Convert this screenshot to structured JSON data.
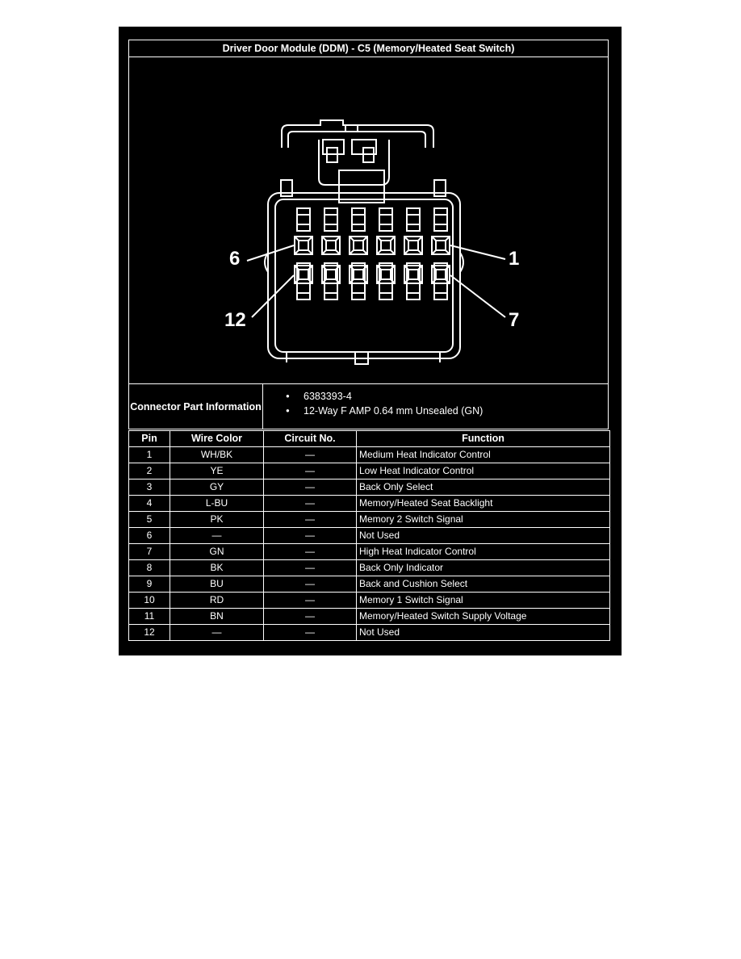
{
  "title": "Driver Door Module (DDM) - C5 (Memory/Heated Seat Switch)",
  "diagram": {
    "callouts": [
      {
        "label": "6",
        "cavity": 6
      },
      {
        "label": "1",
        "cavity": 1
      },
      {
        "label": "12",
        "cavity": 12
      },
      {
        "label": "7",
        "cavity": 7
      }
    ]
  },
  "connector_info": {
    "label": "Connector Part Information",
    "items": [
      "6383393-4",
      "12-Way F AMP 0.64 mm Unsealed (GN)"
    ]
  },
  "table": {
    "headers": [
      "Pin",
      "Wire Color",
      "Circuit No.",
      "Function"
    ],
    "rows": [
      [
        "1",
        "WH/BK",
        "—",
        "Medium Heat Indicator Control"
      ],
      [
        "2",
        "YE",
        "—",
        "Low Heat Indicator Control"
      ],
      [
        "3",
        "GY",
        "—",
        "Back Only Select"
      ],
      [
        "4",
        "L-BU",
        "—",
        "Memory/Heated Seat Backlight"
      ],
      [
        "5",
        "PK",
        "—",
        "Memory 2 Switch Signal"
      ],
      [
        "6",
        "—",
        "—",
        "Not Used"
      ],
      [
        "7",
        "GN",
        "—",
        "High Heat Indicator Control"
      ],
      [
        "8",
        "BK",
        "—",
        "Back Only Indicator"
      ],
      [
        "9",
        "BU",
        "—",
        "Back and Cushion Select"
      ],
      [
        "10",
        "RD",
        "—",
        "Memory 1 Switch Signal"
      ],
      [
        "11",
        "BN",
        "—",
        "Memory/Heated Switch Supply Voltage"
      ],
      [
        "12",
        "—",
        "—",
        "Not Used"
      ]
    ]
  }
}
